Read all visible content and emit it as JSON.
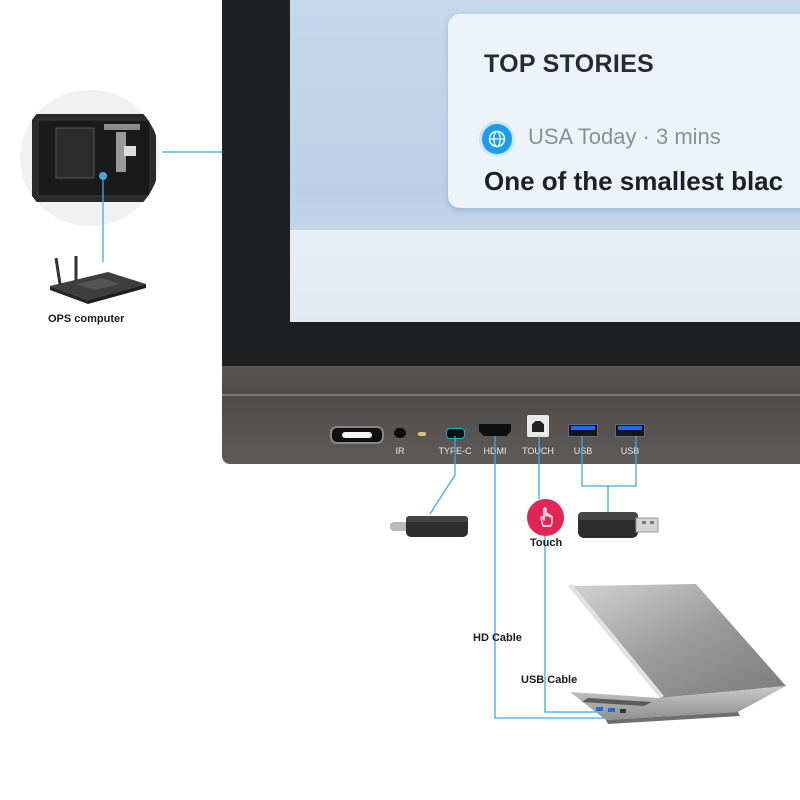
{
  "screen": {
    "card_heading": "TOP STORIES",
    "news_source": "USA Today · 3 mins",
    "headline": "One of the smallest blac"
  },
  "ports": {
    "ir": "IR",
    "typec": "TYPE-C",
    "hdmi": "HDMI",
    "touch": "TOUCH",
    "usb1": "USB",
    "usb2": "USB"
  },
  "callouts": {
    "ops": "OPS computer",
    "touch": "Touch",
    "hd_cable": "HD Cable",
    "usb_cable": "USB Cable"
  },
  "colors": {
    "cable_blue": "#45a8e0",
    "touch_badge": "#e32456",
    "news_icon": "#1a9ee9",
    "port_bar": "#55514f",
    "bezel": "#1e1f21"
  },
  "icons": {
    "news_source": "globe-icon",
    "touch": "hand-pointer-icon"
  }
}
